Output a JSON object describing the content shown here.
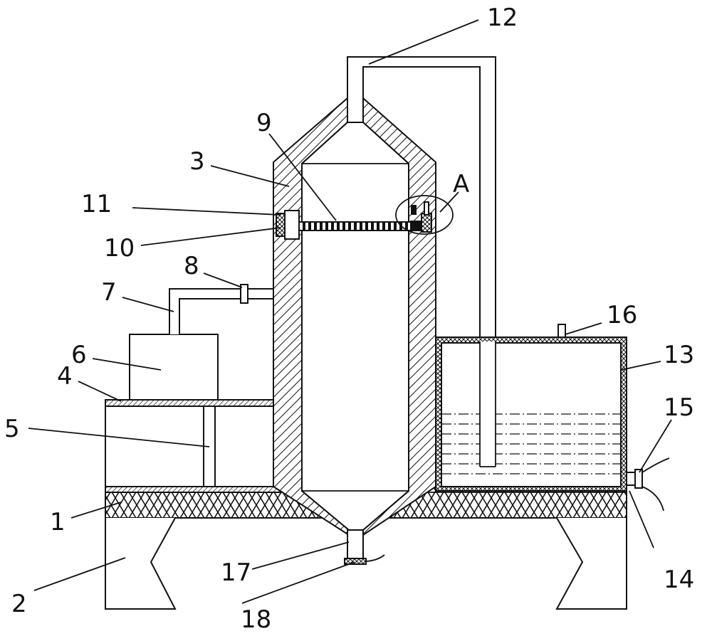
{
  "labels": {
    "l1": "1",
    "l2": "2",
    "l3": "3",
    "l4": "4",
    "l5": "5",
    "l6": "6",
    "l7": "7",
    "l8": "8",
    "l9": "9",
    "l10": "10",
    "l11": "11",
    "l12": "12",
    "l13": "13",
    "l14": "14",
    "l15": "15",
    "l16": "16",
    "l17": "17",
    "l18": "18",
    "detail": "A"
  },
  "colors": {
    "line": "#111111",
    "background": "#ffffff"
  }
}
